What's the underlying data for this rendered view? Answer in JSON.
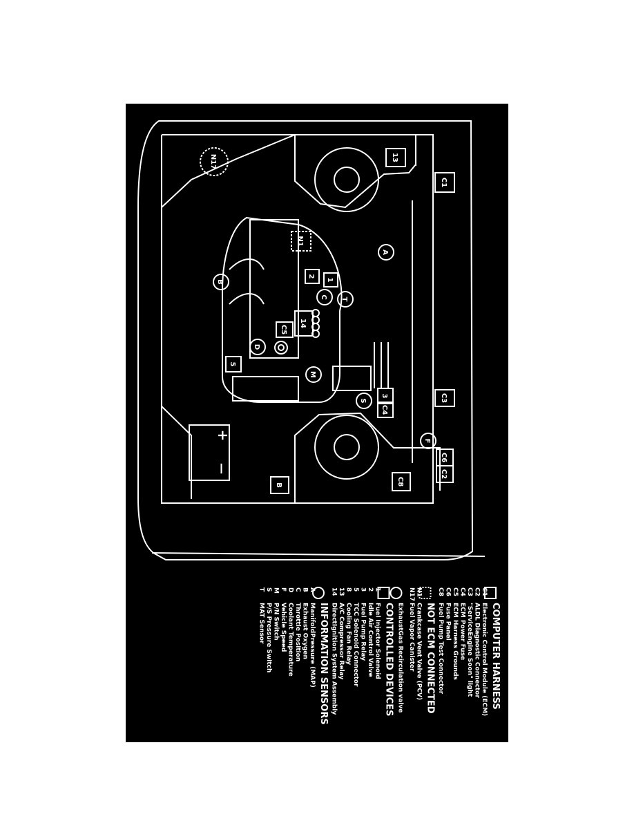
{
  "colors": {
    "background": "#000000",
    "ink": "#ffffff",
    "page": "#ffffff"
  },
  "diagram_labels": {
    "c1": "C1",
    "c2": "C2",
    "c3": "C3",
    "c4": "C4",
    "c5": "C5",
    "c6": "C6",
    "c8": "C8",
    "n1": "N1",
    "n17": "N17",
    "d1": "1",
    "d2": "2",
    "d3": "3",
    "d5": "5",
    "d13": "13",
    "d14": "14",
    "dB": "B",
    "sA": "A",
    "sB": "B",
    "sC": "C",
    "sD": "D",
    "sF": "F",
    "sM": "M",
    "sS": "S",
    "sT": "T",
    "plus": "+",
    "minus": "—"
  },
  "legend": {
    "computer_harness": {
      "heading": "COMPUTER HARNESS",
      "items": [
        {
          "code": "C1",
          "text": "Electronic Control Module (ECM)"
        },
        {
          "code": "C2",
          "text": "ALDL Diagnostic Connector"
        },
        {
          "code": "C3",
          "text": "\"ServiceEngine Soon\" light"
        },
        {
          "code": "C4",
          "text": "ECM Power Fuse"
        },
        {
          "code": "C5",
          "text": "ECM Harness Grounds"
        },
        {
          "code": "C6",
          "text": "Fuse Panel"
        },
        {
          "code": "C8",
          "text": "Fuel Pump Test Connector"
        }
      ]
    },
    "not_ecm": {
      "heading": "NOT ECM CONNECTED",
      "items": [
        {
          "code": "N1",
          "text": "Crankcase Vent Valve (PCV)"
        },
        {
          "code": "N17",
          "text": "Fuel Vapor Canister"
        }
      ]
    },
    "egr": {
      "text": "ExhaustGas Recirculation valve"
    },
    "controlled_devices": {
      "heading": "CONTROLLED DEVICES",
      "items": [
        {
          "code": "1",
          "text": "Fuel Injector Solenoid"
        },
        {
          "code": "2",
          "text": "Idle Air Control Valve"
        },
        {
          "code": "3",
          "text": "Fuel Pump Relay"
        },
        {
          "code": "5",
          "text": "TCC Solenoid Connector"
        },
        {
          "code": "8",
          "text": "Cooling Fan Relay"
        },
        {
          "code": "13",
          "text": "A/C Compressor Relay"
        },
        {
          "code": "14",
          "text": "DirectIgnition System Assembly"
        }
      ]
    },
    "information_sensors": {
      "heading": "INFORMATION SENSORS",
      "items": [
        {
          "code": "A",
          "text": "ManifoldPressure (MAP)"
        },
        {
          "code": "B",
          "text": "Exhaust Oxygen"
        },
        {
          "code": "C",
          "text": "Throttle Position"
        },
        {
          "code": "D",
          "text": "Coolant Temperature"
        },
        {
          "code": "F",
          "text": "Vehicle Speed"
        },
        {
          "code": "M",
          "text": "P/N Switch"
        },
        {
          "code": "S",
          "text": "P/S Pressure Switch"
        },
        {
          "code": "T",
          "text": "MAT Sensor"
        }
      ]
    }
  }
}
